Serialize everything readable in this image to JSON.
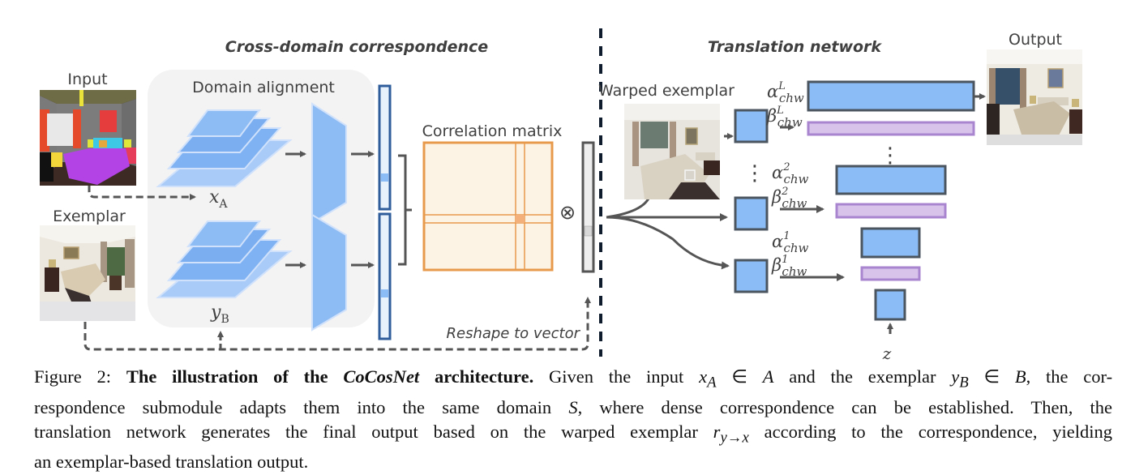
{
  "figure": {
    "sections": {
      "cross_domain": "Cross-domain correspondence",
      "translation": "Translation network"
    },
    "labels": {
      "input": "Input",
      "exemplar": "Exemplar",
      "domain_alignment": "Domain alignment",
      "correlation_matrix": "Correlation matrix",
      "warped_exemplar": "Warped exemplar",
      "output": "Output",
      "reshape": "Reshape to vector",
      "x_a_base": "x",
      "x_a_sub": "A",
      "y_b_base": "y",
      "y_b_sub": "B",
      "otimes": "⊗",
      "z": "z",
      "vdots": "⋮"
    },
    "modulation": [
      {
        "alpha": "α",
        "beta": "β",
        "sup": "L",
        "sub": "chw"
      },
      {
        "alpha": "α",
        "beta": "β",
        "sup": "2",
        "sub": "chw"
      },
      {
        "alpha": "α",
        "beta": "β",
        "sup": "1",
        "sub": "chw"
      }
    ],
    "colors": {
      "feature_blue": "#8bbcf5",
      "feature_border": "#4a5560",
      "purple_fill": "#d8c3ea",
      "purple_border": "#a985d0",
      "matrix_fill": "#fdf3e4",
      "matrix_border": "#e89a4c",
      "vector_border": "#2f5d9b",
      "vector_fill": "#e8f2fd",
      "panel_bg": "#f3f3f3",
      "divider": "#0f1c2e"
    }
  },
  "caption": {
    "prefix": "Figure 2:",
    "bold_title_1": "The illustration of the",
    "bold_title_italic": "CoCosNet",
    "bold_title_2": "architecture.",
    "line1_rest_a": "Given the input",
    "x_a": "x",
    "x_a_sub": "A",
    "in_sym": "∈",
    "set_a": "A",
    "line1_rest_b": "and the exemplar",
    "y_b": "y",
    "y_b_sub": "B",
    "set_b": "B",
    "line1_rest_c": ", the cor-",
    "line2_a": "respondence submodule adapts them into the same domain",
    "set_s": "S",
    "line2_b": ", where dense correspondence can be established. Then, the",
    "line3_a": "translation network generates the final output based on the warped exemplar",
    "r": "r",
    "r_sub": "y→x",
    "line3_b": "according to the correspondence, yielding",
    "line4": "an exemplar-based translation output."
  }
}
